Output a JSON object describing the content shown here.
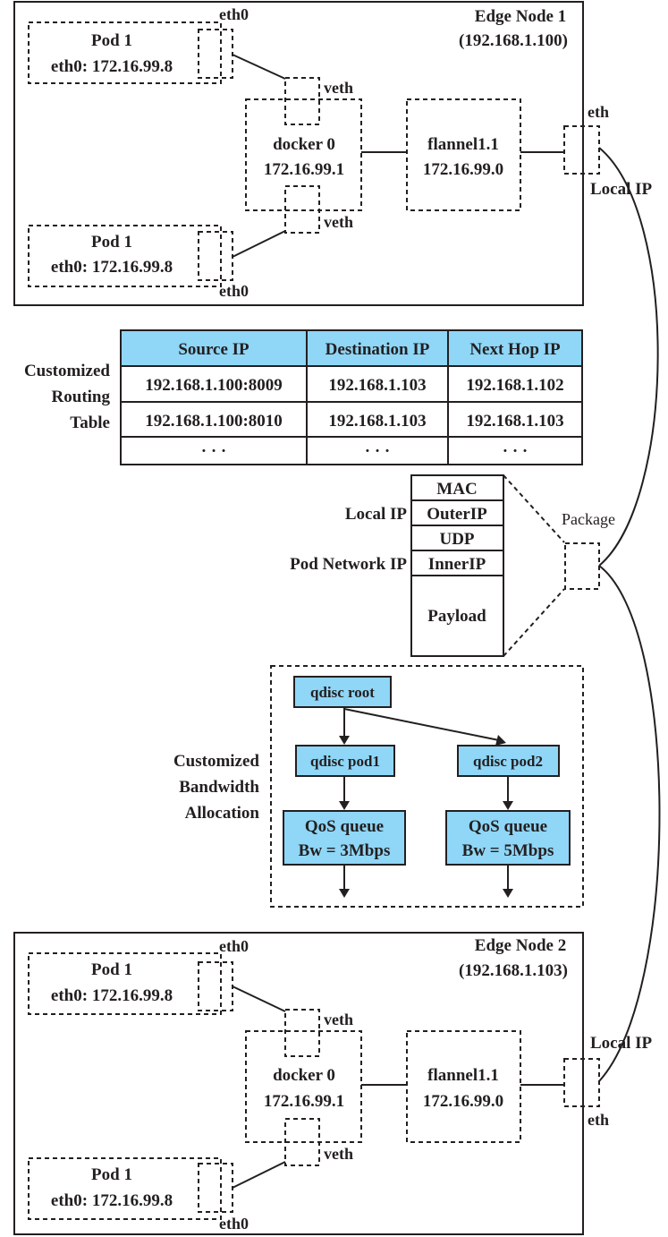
{
  "colors": {
    "pod_eth": "#b89fcc",
    "veth": "#d2692a",
    "host_eth": "#00924a",
    "blue": "#8fd6f7",
    "ink": "#231f20"
  },
  "node1": {
    "title": "Edge Node 1",
    "ip": "(192.168.1.100)",
    "pod_top": {
      "name": "Pod 1",
      "eth": "eth0: 172.16.99.8",
      "iface_label": "eth0"
    },
    "pod_bottom": {
      "name": "Pod 1",
      "eth": "eth0: 172.16.99.8",
      "iface_label": "eth0"
    },
    "veth_top": "veth",
    "veth_bottom": "veth",
    "docker_name": "docker 0",
    "docker_ip": "172.16.99.1",
    "flannel_name": "flannel1.1",
    "flannel_ip": "172.16.99.0",
    "eth_label": "eth",
    "local_ip_label": "Local IP"
  },
  "routing": {
    "side_label": [
      "Customized",
      "Routing",
      "Table"
    ],
    "headers": [
      "Source IP",
      "Destination IP",
      "Next Hop IP"
    ],
    "rows": [
      [
        "192.168.1.100:8009",
        "192.168.1.103",
        "192.168.1.102"
      ],
      [
        "192.168.1.100:8010",
        "192.168.1.103",
        "192.168.1.103"
      ],
      [
        "· · ·",
        "· · ·",
        "· · ·"
      ]
    ]
  },
  "packet": {
    "layers": [
      "MAC",
      "OuterIP",
      "UDP",
      "InnerIP",
      "Payload"
    ],
    "local_ip_label": "Local IP",
    "pod_network_ip_label": "Pod Network IP",
    "package_label": "Package"
  },
  "qos": {
    "side_label": [
      "Customized",
      "Bandwidth",
      "Allocation"
    ],
    "root": "qdisc root",
    "pod1": "qdisc pod1",
    "pod2": "qdisc pod2",
    "queue1": [
      "QoS queue",
      "Bw = 3Mbps"
    ],
    "queue2": [
      "QoS queue",
      "Bw = 5Mbps"
    ]
  },
  "node2": {
    "title": "Edge Node 2",
    "ip": "(192.168.1.103)",
    "pod_top": {
      "name": "Pod 1",
      "eth": "eth0: 172.16.99.8",
      "iface_label": "eth0"
    },
    "pod_bottom": {
      "name": "Pod 1",
      "eth": "eth0: 172.16.99.8",
      "iface_label": "eth0"
    },
    "veth_top": "veth",
    "veth_bottom": "veth",
    "docker_name": "docker 0",
    "docker_ip": "172.16.99.1",
    "flannel_name": "flannel1.1",
    "flannel_ip": "172.16.99.0",
    "eth_label": "eth",
    "local_ip_label": "Local IP"
  }
}
